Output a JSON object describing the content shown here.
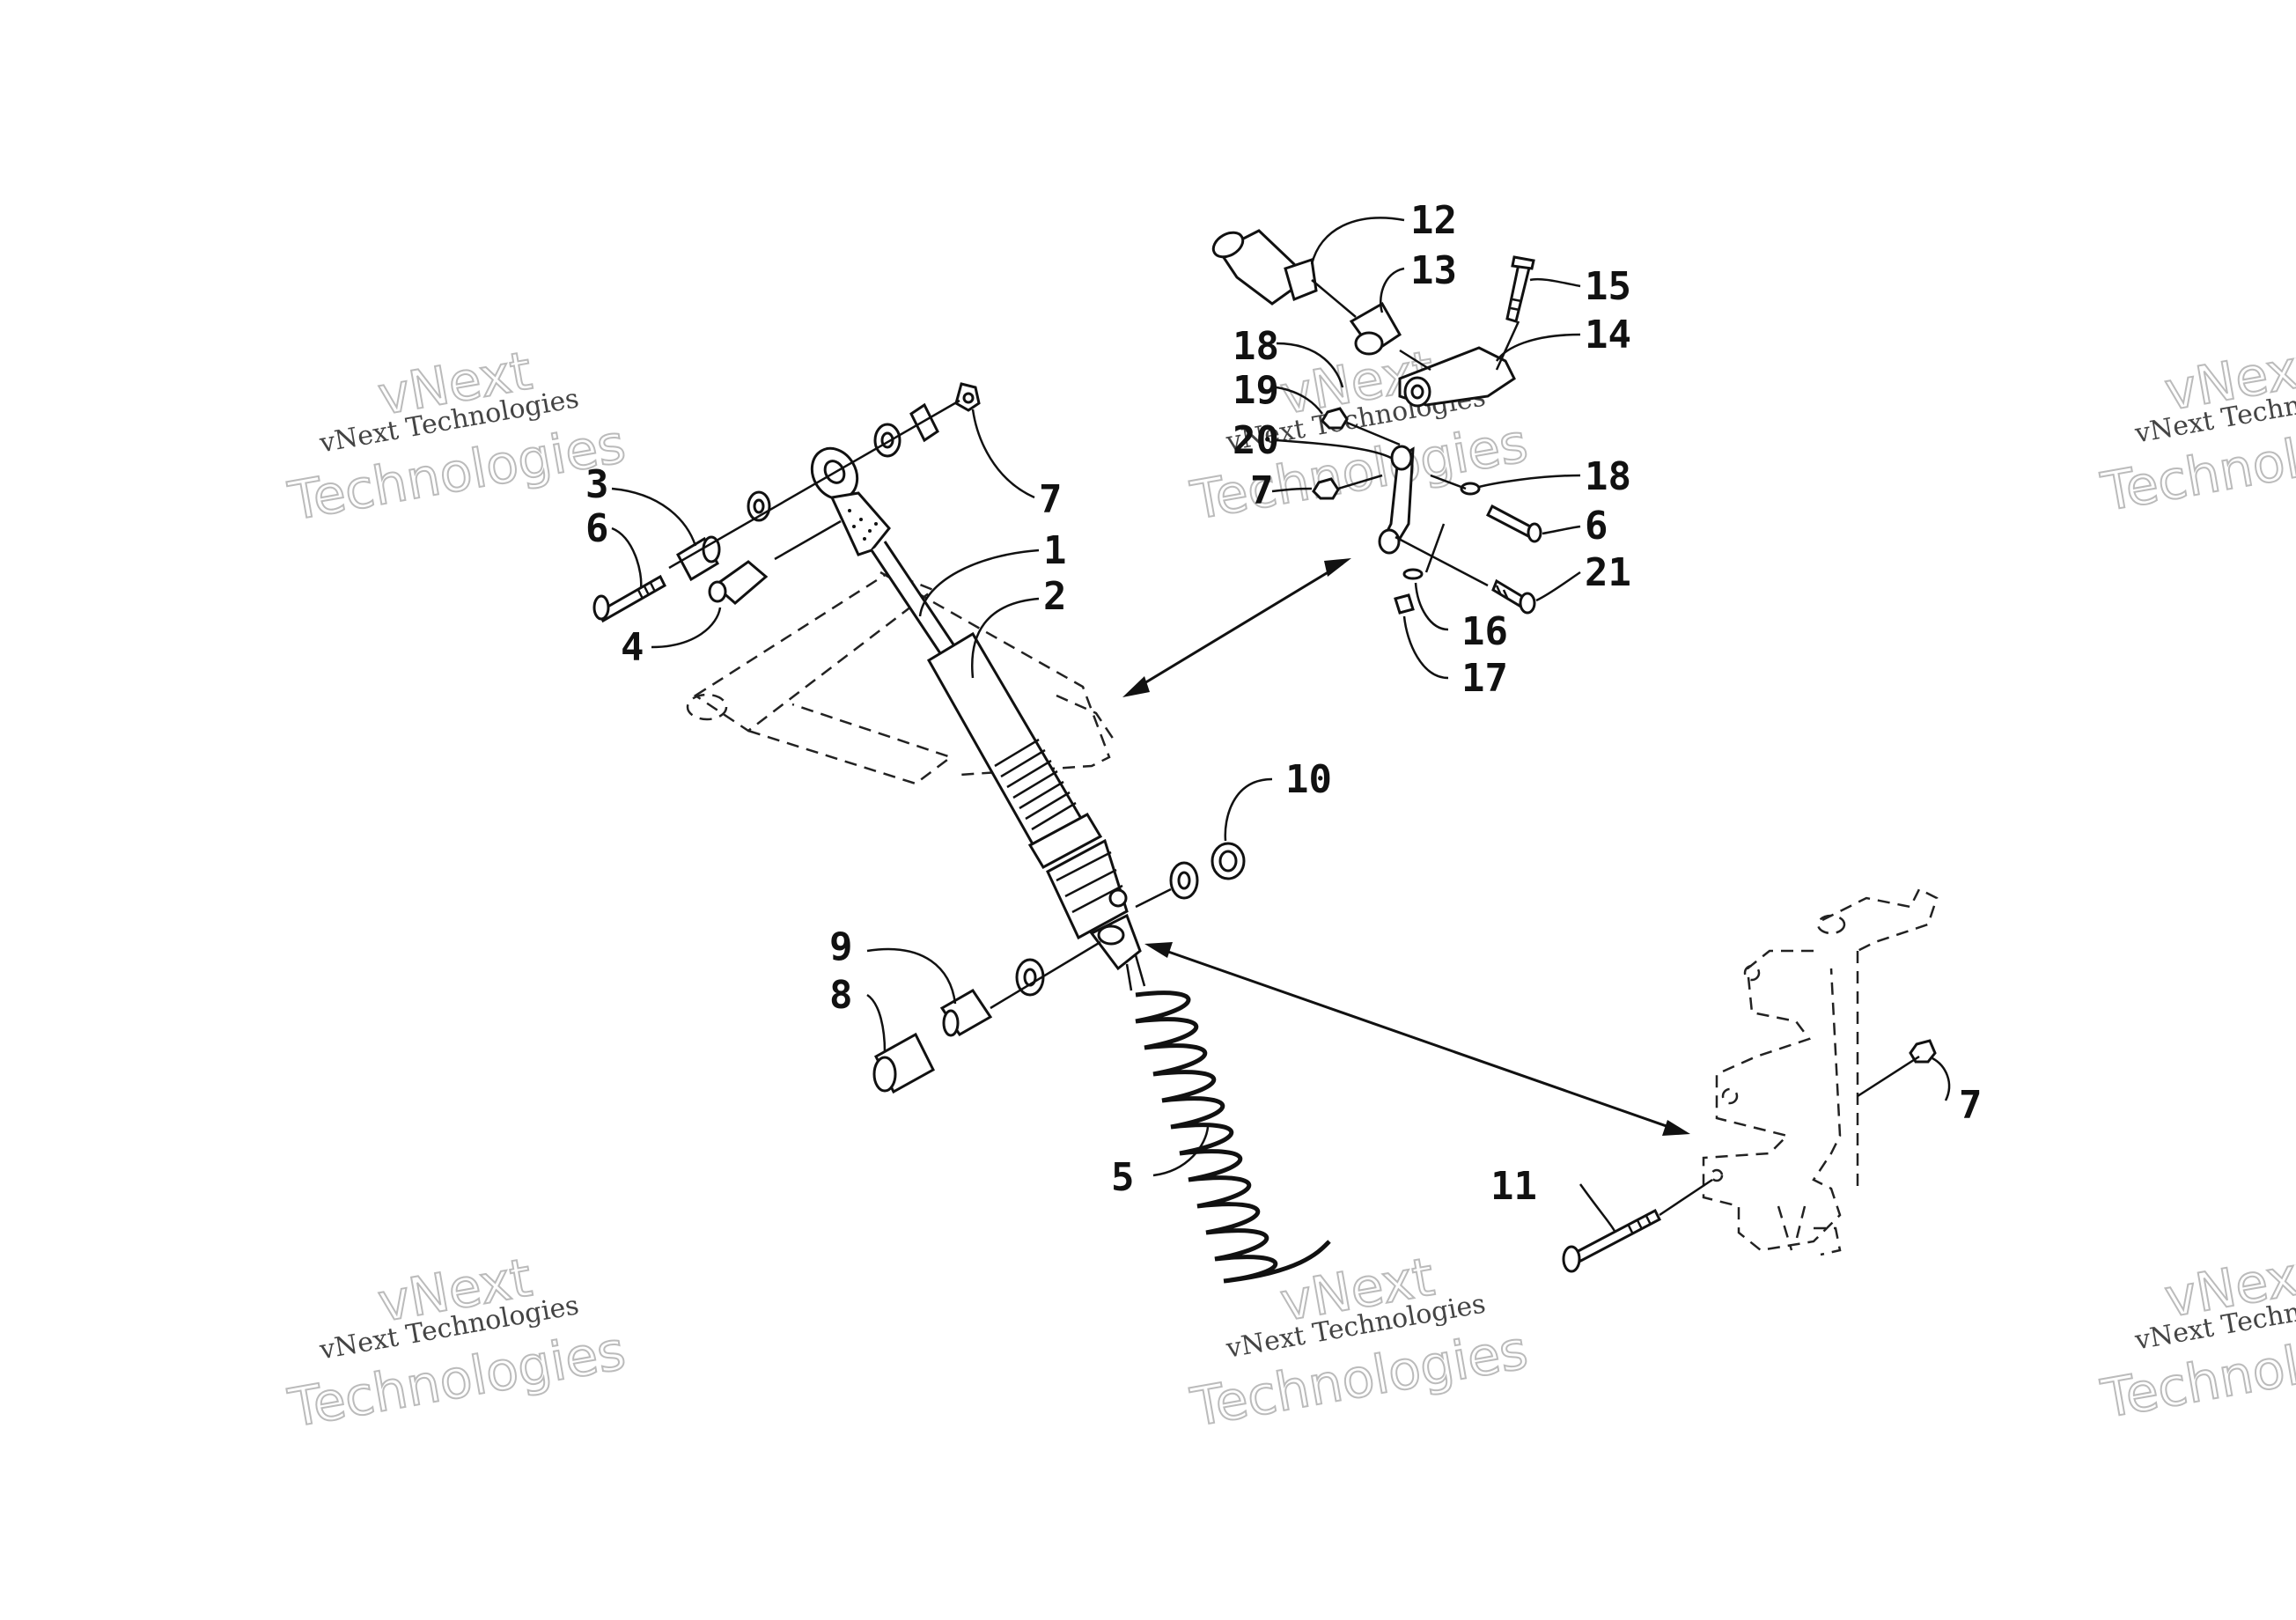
{
  "watermark": {
    "line1": "vNext",
    "line2": "vNext Technologies",
    "line3": "Technologies",
    "line2_clipped": "vNext Techno",
    "line3_clipped": "Technolo"
  },
  "callouts": [
    "1",
    "2",
    "3",
    "4",
    "5",
    "6",
    "7",
    "8",
    "9",
    "10",
    "11",
    "12",
    "13",
    "14",
    "15",
    "16",
    "17",
    "18",
    "19",
    "20",
    "21"
  ]
}
